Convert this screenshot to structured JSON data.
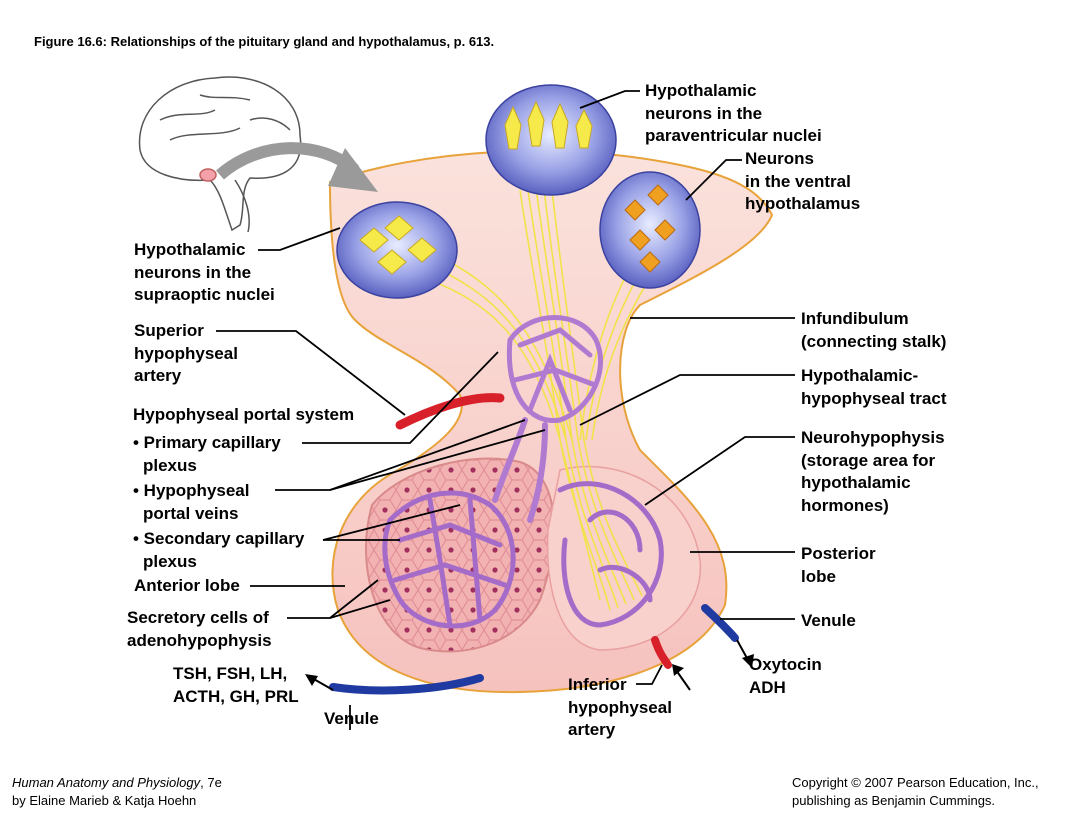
{
  "figure_title": "Figure 16.6:  Relationships of the pituitary gland and hypothalamus, p. 613.",
  "labels": {
    "paraventricular": [
      "Hypothalamic",
      "neurons in the",
      "paraventricular nuclei"
    ],
    "ventral": [
      "Neurons",
      "in the ventral",
      "hypothalamus"
    ],
    "supraoptic": [
      "Hypothalamic",
      "neurons in the",
      "supraoptic nuclei"
    ],
    "superior_artery": [
      "Superior",
      "hypophyseal",
      "artery"
    ],
    "portal_system": "Hypophyseal portal system",
    "primary_plexus": [
      "• Primary capillary",
      "plexus"
    ],
    "portal_veins": [
      "• Hypophyseal",
      "portal veins"
    ],
    "secondary_plexus": [
      "• Secondary capillary",
      "plexus"
    ],
    "anterior_lobe": "Anterior lobe",
    "secretory_cells": [
      "Secretory cells of",
      "adenohypophysis"
    ],
    "anterior_hormones": [
      "TSH, FSH, LH,",
      "ACTH, GH, PRL"
    ],
    "venule_left": "Venule",
    "infundibulum": [
      "Infundibulum",
      "(connecting stalk)"
    ],
    "tract": [
      "Hypothalamic-",
      "hypophyseal tract"
    ],
    "neurohypophysis": [
      "Neurohypophysis",
      "(storage area for",
      "hypothalamic",
      "hormones)"
    ],
    "posterior_lobe": [
      "Posterior",
      "lobe"
    ],
    "venule_right": "Venule",
    "posterior_hormones": [
      "Oxytocin",
      "ADH"
    ],
    "inferior_artery": [
      "Inferior",
      "hypophyseal",
      "artery"
    ]
  },
  "footer": {
    "book_title": "Human Anatomy and Physiology",
    "edition": ", 7e",
    "authors": "by Elaine Marieb & Katja Hoehn",
    "copyright": [
      "Copyright © 2007 Pearson Education, Inc.,",
      "publishing as Benjamin Cummings."
    ]
  },
  "colors": {
    "tissue": "#f7c8c4",
    "tissue_edge": "#e8a23a",
    "anterior_lobe": "#f0a8a8",
    "capillary": "#b07ad0",
    "nucleus_bubble": "#5a64c8",
    "neuron": "#f5ea4a",
    "artery": "#d8202a",
    "vein": "#1f3aa0",
    "arrow": "#9a9a9a"
  }
}
